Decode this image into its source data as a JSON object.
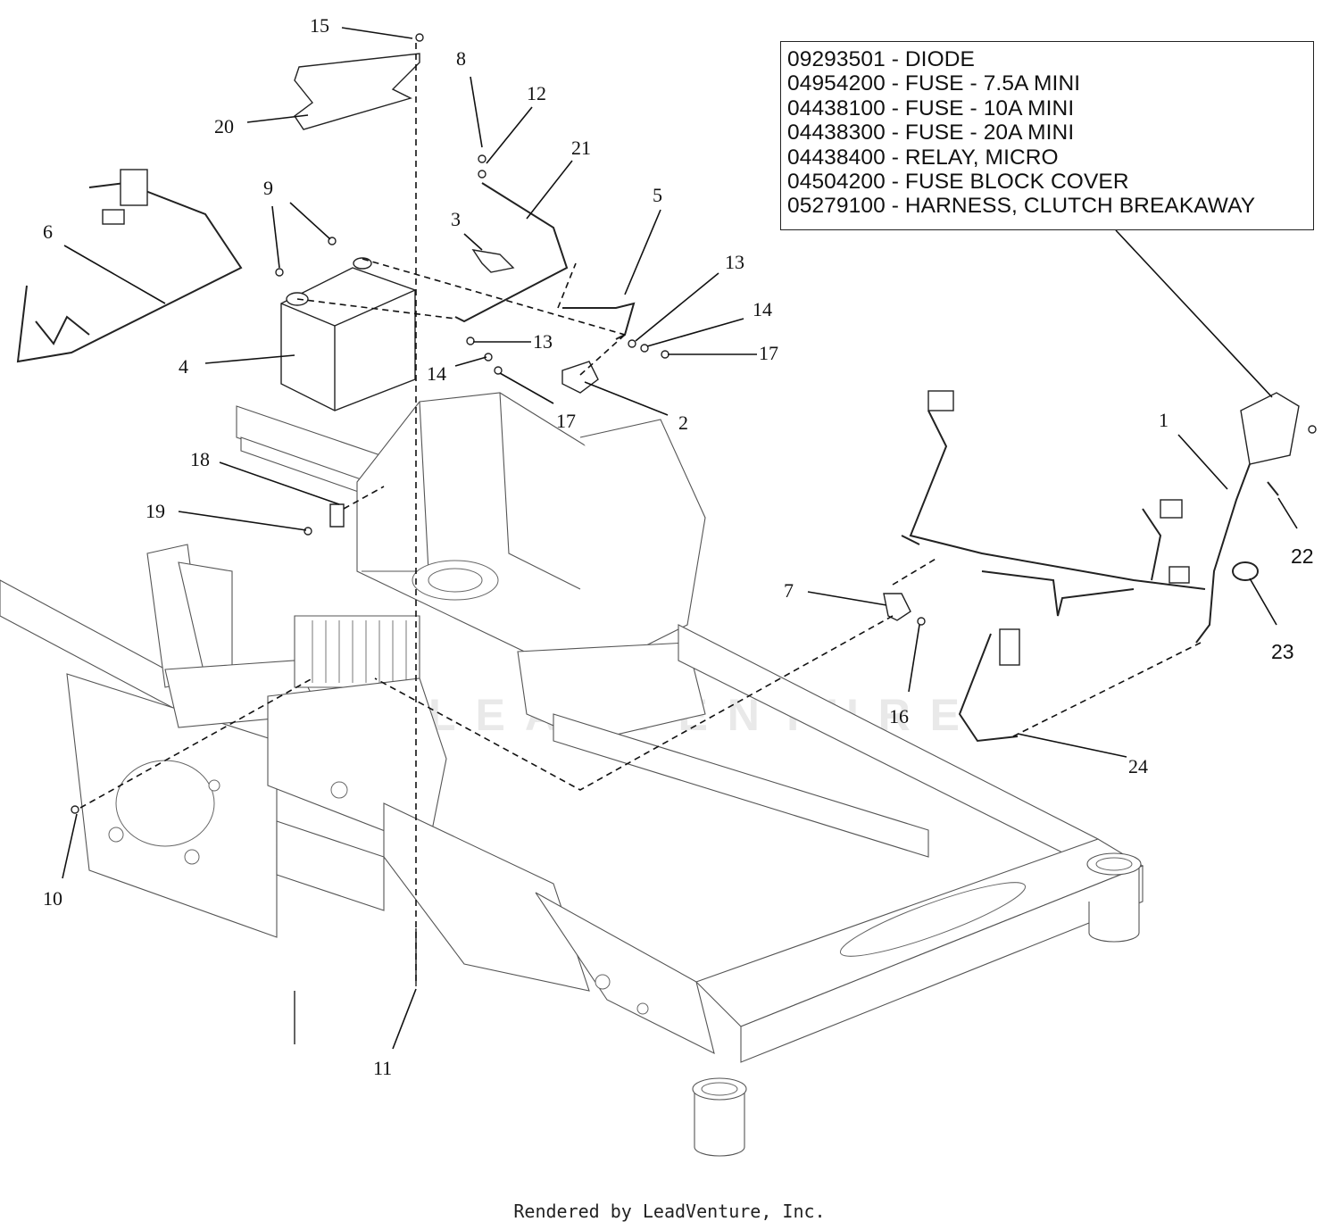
{
  "legend": {
    "lines": [
      "09293501 - DIODE",
      "04954200 - FUSE - 7.5A MINI",
      "04438100 - FUSE - 10A MINI",
      "04438300 - FUSE - 20A MINI",
      "04438400 - RELAY, MICRO",
      "04504200 - FUSE BLOCK COVER",
      "05279100 - HARNESS, CLUTCH BREAKAWAY"
    ]
  },
  "callouts": {
    "c1": "1",
    "c2": "2",
    "c3": "3",
    "c4": "4",
    "c5": "5",
    "c6": "6",
    "c7": "7",
    "c8": "8",
    "c9": "9",
    "c10": "10",
    "c11": "11",
    "c12": "12",
    "c13a": "13",
    "c13b": "13",
    "c14a": "14",
    "c14b": "14",
    "c15": "15",
    "c16": "16",
    "c17a": "17",
    "c17b": "17",
    "c18": "18",
    "c19": "19",
    "c20": "20",
    "c21": "21",
    "c22": "22",
    "c23": "23",
    "c24": "24"
  },
  "watermark": "LEADVENTURE",
  "footer": "Rendered by LeadVenture, Inc."
}
